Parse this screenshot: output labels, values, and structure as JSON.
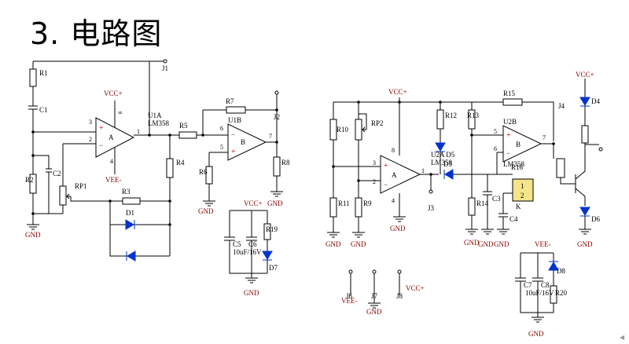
{
  "title": "3. 电路图",
  "labels": {
    "R1": "R1",
    "C1": "C1",
    "R2": "R2",
    "C2": "C2",
    "RP1": "RP1",
    "R3": "R3",
    "D1": "D1",
    "R4": "R4",
    "R5": "R5",
    "U1A": "U1A",
    "LM358a": "LM358",
    "J1": "J1",
    "R7": "R7",
    "U1B": "U1B",
    "J2": "J2",
    "R6": "R6",
    "R8": "R8",
    "C5": "C5",
    "C6": "C6",
    "cap_val_1": "10uF/16V",
    "R19": "R19",
    "D7": "D7",
    "R10": "R10",
    "RP2": "RP2",
    "R11": "R11",
    "R9": "R9",
    "J3": "J3",
    "R12": "R12",
    "U2A_D5": "U2A D5",
    "LM358b": "LM358",
    "D3": "D3",
    "R13": "R13",
    "R15": "R15",
    "U2B": "U2B",
    "LM358c": "LM358",
    "R16": "R16",
    "C3": "C3",
    "R14": "R14",
    "C4": "C4",
    "K": "K",
    "relay_pin1": "1",
    "relay_pin2": "2",
    "J4": "J4",
    "D4": "D4",
    "D6": "D6",
    "D8": "D8",
    "C7": "C7",
    "C8": "C8",
    "cap_val_2": "10uF/16V",
    "R20": "R20",
    "J6": "J6",
    "J7": "J7",
    "J8": "J8"
  },
  "nets": {
    "gnd": "GND",
    "vcc": "VCC+",
    "vee": "VEE-",
    "vee_alt": "VEE-"
  },
  "pins": {
    "p1": "1",
    "p2": "2",
    "p3": "3",
    "p4": "4",
    "p5": "5",
    "p6": "6",
    "p7": "7",
    "p8": "8",
    "inf": "∞",
    "amp_a": "A",
    "amp_b": "B"
  }
}
